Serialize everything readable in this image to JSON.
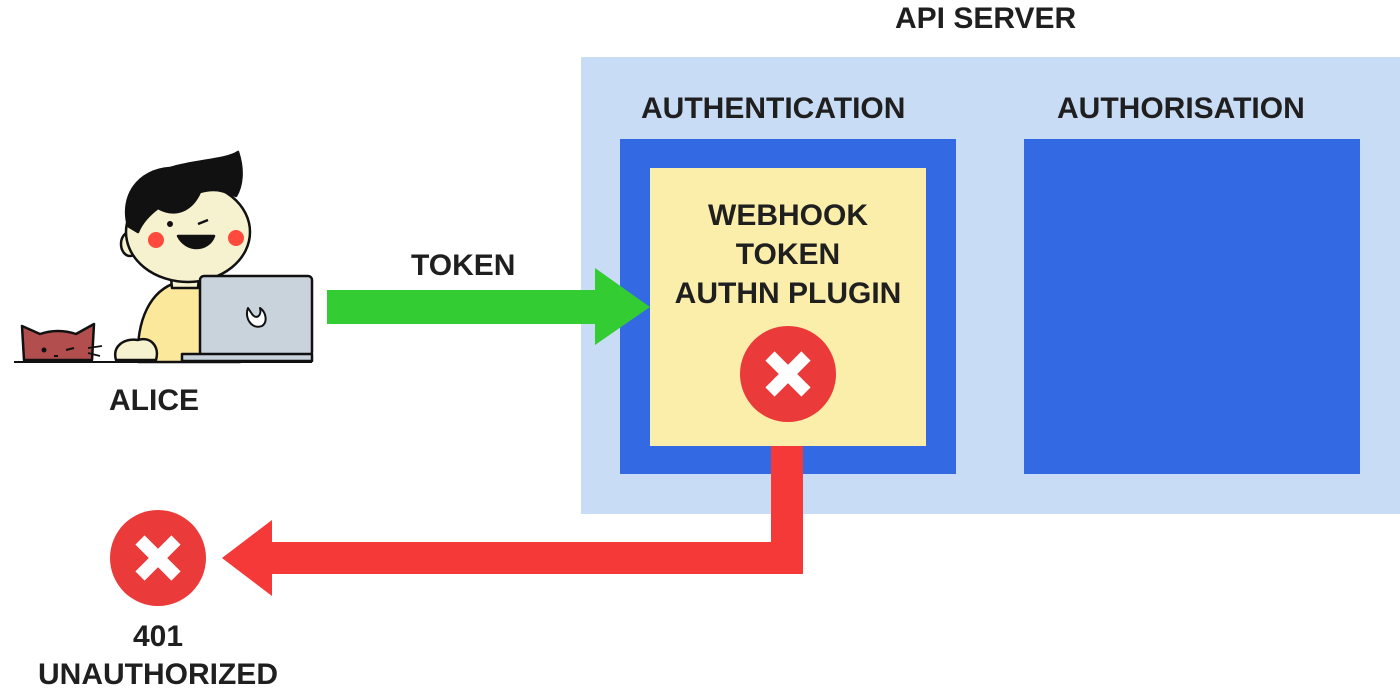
{
  "api_server": {
    "title": "API SERVER",
    "authentication_title": "AUTHENTICATION",
    "authorisation_title": "AUTHORISATION",
    "plugin_lines": [
      "WEBHOOK",
      "TOKEN",
      "AUTHN PLUGIN"
    ]
  },
  "flow": {
    "request_label": "TOKEN",
    "user_label": "ALICE",
    "response_lines": [
      "401",
      "UNAUTHORIZED"
    ]
  },
  "colors": {
    "panel": "#c8dcf5",
    "stage_box": "#3369e3",
    "plugin_box": "#fbeeaa",
    "request_arrow": "#33cc33",
    "reject_arrow": "#f53838",
    "reject_icon": "#ea3a3a"
  },
  "icons": [
    "reject-icon",
    "user-illustration",
    "laptop-icon",
    "cat-illustration"
  ]
}
